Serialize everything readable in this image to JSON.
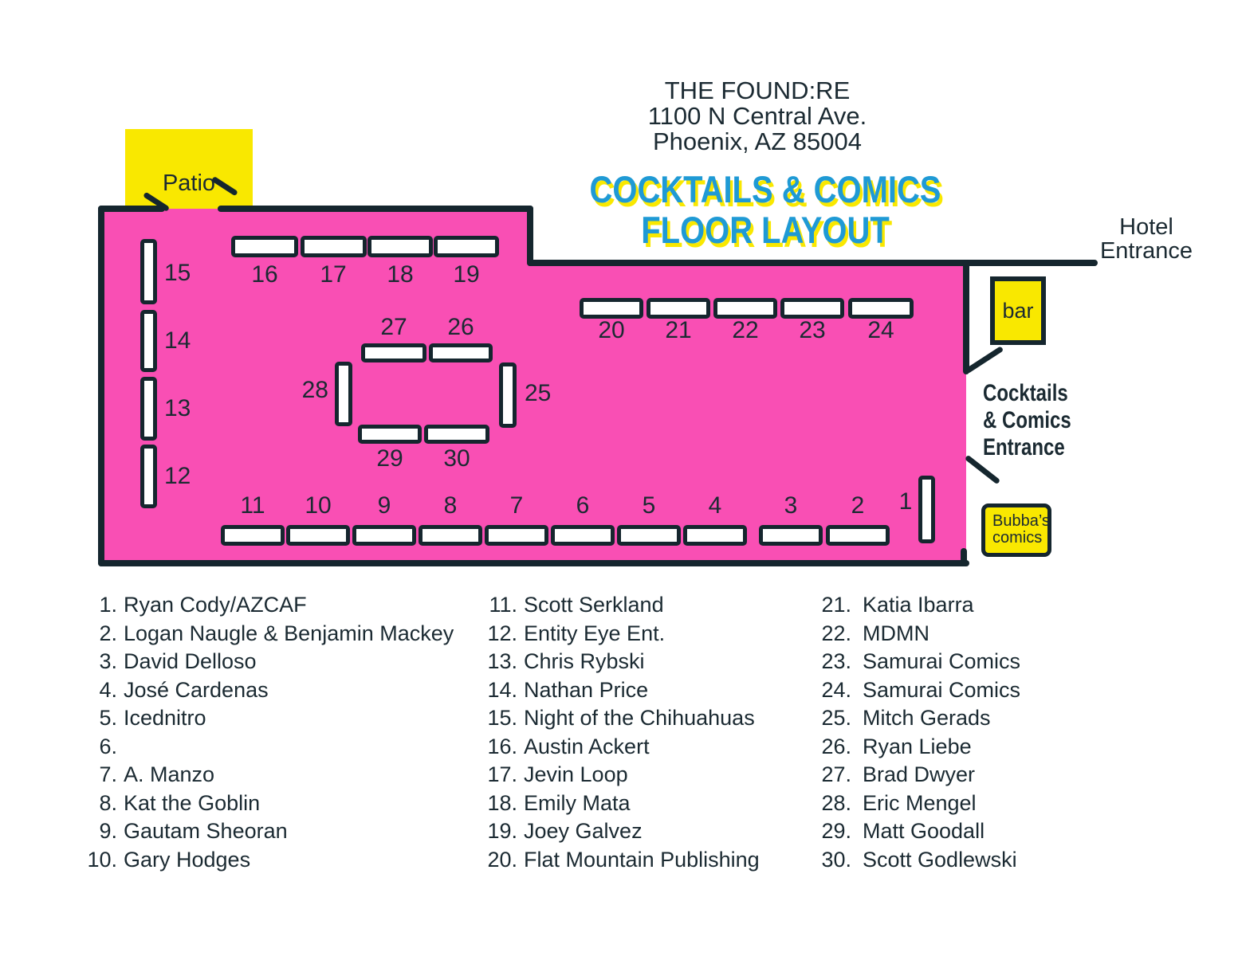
{
  "header": {
    "venue": "THE FOUND:RE",
    "address": "1100 N Central Ave.",
    "city": "Phoenix, AZ 85004",
    "title_line1": "COCKTAILS & COMICS",
    "title_line2": "FLOOR LAYOUT"
  },
  "map": {
    "patio_label": "Patio",
    "bar_label": "bar",
    "hotel_entrance_lines": [
      "Hotel",
      "Entrance"
    ],
    "cc_entrance_lines": [
      "Cocktails",
      "& Comics",
      "Entrance"
    ],
    "bubbas_lines": [
      "Bubba’s",
      "comics"
    ],
    "table_numbers": [
      "1",
      "2",
      "3",
      "4",
      "5",
      "6",
      "7",
      "8",
      "9",
      "10",
      "11",
      "12",
      "13",
      "14",
      "15",
      "16",
      "17",
      "18",
      "19",
      "20",
      "21",
      "22",
      "23",
      "24",
      "25",
      "26",
      "27",
      "28",
      "29",
      "30"
    ]
  },
  "legend": {
    "columns": [
      {
        "items": [
          {
            "num": "1.",
            "name": "Ryan Cody/AZCAF"
          },
          {
            "num": "2.",
            "name": "Logan Naugle & Benjamin Mackey"
          },
          {
            "num": "3.",
            "name": "David Delloso"
          },
          {
            "num": "4.",
            "name": "José Cardenas"
          },
          {
            "num": "5.",
            "name": "Icednitro"
          },
          {
            "num": "6.",
            "name": ""
          },
          {
            "num": "7.",
            "name": "A. Manzo"
          },
          {
            "num": "8.",
            "name": "Kat the Goblin"
          },
          {
            "num": "9.",
            "name": "Gautam Sheoran"
          },
          {
            "num": "10.",
            "name": "Gary Hodges"
          }
        ]
      },
      {
        "items": [
          {
            "num": "11.",
            "name": "Scott Serkland"
          },
          {
            "num": "12.",
            "name": "Entity Eye Ent."
          },
          {
            "num": "13.",
            "name": "Chris Rybski"
          },
          {
            "num": "14.",
            "name": "Nathan Price"
          },
          {
            "num": "15.",
            "name": "Night of the Chihuahuas"
          },
          {
            "num": "16.",
            "name": "Austin Ackert"
          },
          {
            "num": "17.",
            "name": "Jevin Loop"
          },
          {
            "num": "18.",
            "name": "Emily Mata"
          },
          {
            "num": "19.",
            "name": "Joey Galvez"
          },
          {
            "num": "20.",
            "name": "Flat Mountain Publishing"
          }
        ]
      },
      {
        "items": [
          {
            "num": "21.",
            "name": "Katia Ibarra"
          },
          {
            "num": "22.",
            "name": "MDMN"
          },
          {
            "num": "23.",
            "name": "Samurai Comics"
          },
          {
            "num": "24.",
            "name": "Samurai Comics"
          },
          {
            "num": "25.",
            "name": "Mitch Gerads"
          },
          {
            "num": "26.",
            "name": "Ryan Liebe"
          },
          {
            "num": "27.",
            "name": "Brad Dwyer"
          },
          {
            "num": "28.",
            "name": "Eric Mengel"
          },
          {
            "num": "29.",
            "name": "Matt Goodall"
          },
          {
            "num": "30.",
            "name": "Scott Godlewski"
          }
        ]
      }
    ]
  },
  "colors": {
    "floor_pink": "#F94FB4",
    "accent_yellow": "#F9E800",
    "title_blue": "#1F9AD5",
    "ink": "#15262E"
  }
}
